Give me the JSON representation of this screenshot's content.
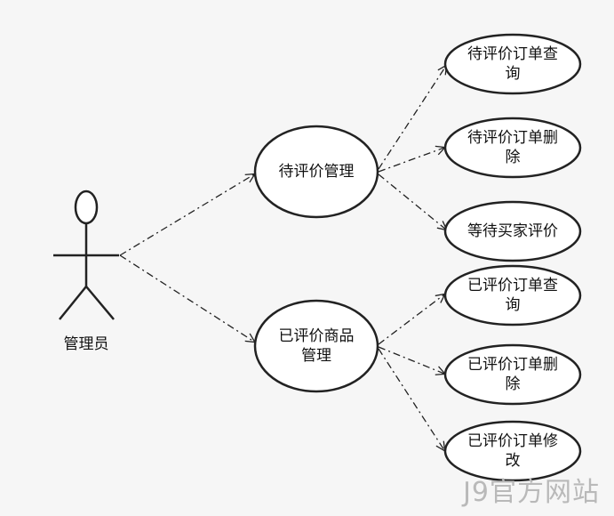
{
  "diagram": {
    "actor": {
      "label": "管理员"
    },
    "nodes": {
      "pending_mgmt": {
        "lines": [
          "待评价管理"
        ]
      },
      "rated_mgmt": {
        "lines": [
          "已评价商品",
          "管理"
        ]
      },
      "pending_query": {
        "lines": [
          "待评价订单查",
          "询"
        ]
      },
      "pending_delete": {
        "lines": [
          "待评价订单删",
          "除"
        ]
      },
      "wait_buyer": {
        "lines": [
          "等待买家评价"
        ]
      },
      "rated_query": {
        "lines": [
          "已评价订单查",
          "询"
        ]
      },
      "rated_delete": {
        "lines": [
          "已评价订单删",
          "除"
        ]
      },
      "rated_modify": {
        "lines": [
          "已评价订单修",
          "改"
        ]
      }
    }
  },
  "watermark": "J9官方网站",
  "colors": {
    "stroke": "#222222",
    "fill": "#ffffff",
    "watermark": "#b9b9b9"
  }
}
